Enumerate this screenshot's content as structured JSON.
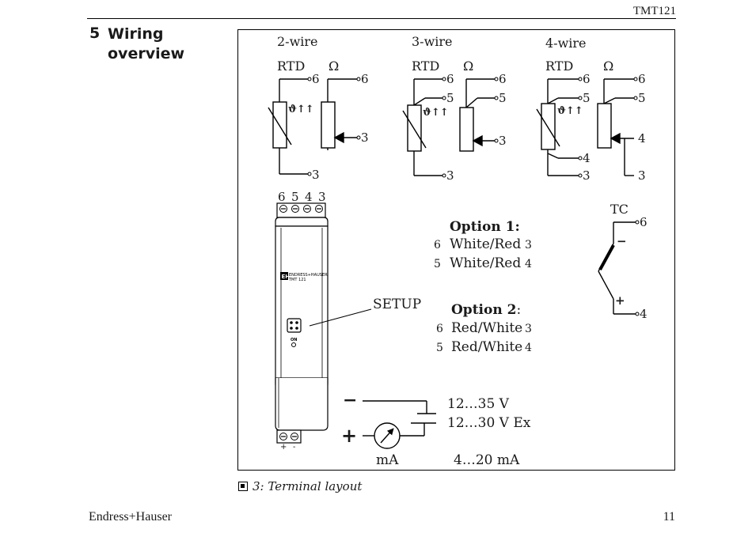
{
  "header": {
    "product": "TMT121"
  },
  "section": {
    "number": "5",
    "title": "Wiring overview"
  },
  "figure": {
    "columns": [
      "2-wire",
      "3-wire",
      "4-wire"
    ],
    "rtd_label": "RTD",
    "ohm_label": "Ω",
    "theta_symbol": "ϑ↑↑",
    "terminals": {
      "t6": "6",
      "t5": "5",
      "t4": "4",
      "t3": "3"
    },
    "device": {
      "top_terminals": [
        "6",
        "5",
        "4",
        "3"
      ],
      "brand_mark": "EH",
      "brand_name": "ENDRESS+HAUSER",
      "model": "TMT 121",
      "led_label": "ON",
      "bottom_terminals": [
        "+",
        "-"
      ]
    },
    "setup_label": "SETUP",
    "option1": {
      "title": "Option 1:",
      "rows": [
        {
          "left": "6",
          "text": "White/Red",
          "right": "3"
        },
        {
          "left": "5",
          "text": "White/Red",
          "right": "4"
        }
      ]
    },
    "option2": {
      "title": "Option 2",
      "colon": ":",
      "rows": [
        {
          "left": "6",
          "text": "Red/White",
          "right": "3"
        },
        {
          "left": "5",
          "text": "Red/White",
          "right": "4"
        }
      ]
    },
    "tc": {
      "label": "TC",
      "minus": "−",
      "plus": "+",
      "t6": "6",
      "t4": "4"
    },
    "power": {
      "minus": "−",
      "plus": "+",
      "v1": "12…35 V",
      "v2": "12…30 V Ex",
      "meter": "mA",
      "range": "4…20 mA"
    }
  },
  "caption": {
    "number": "3",
    "text": "3: Terminal layout"
  },
  "footer": {
    "brand": "Endress+Hauser",
    "page": "11"
  }
}
